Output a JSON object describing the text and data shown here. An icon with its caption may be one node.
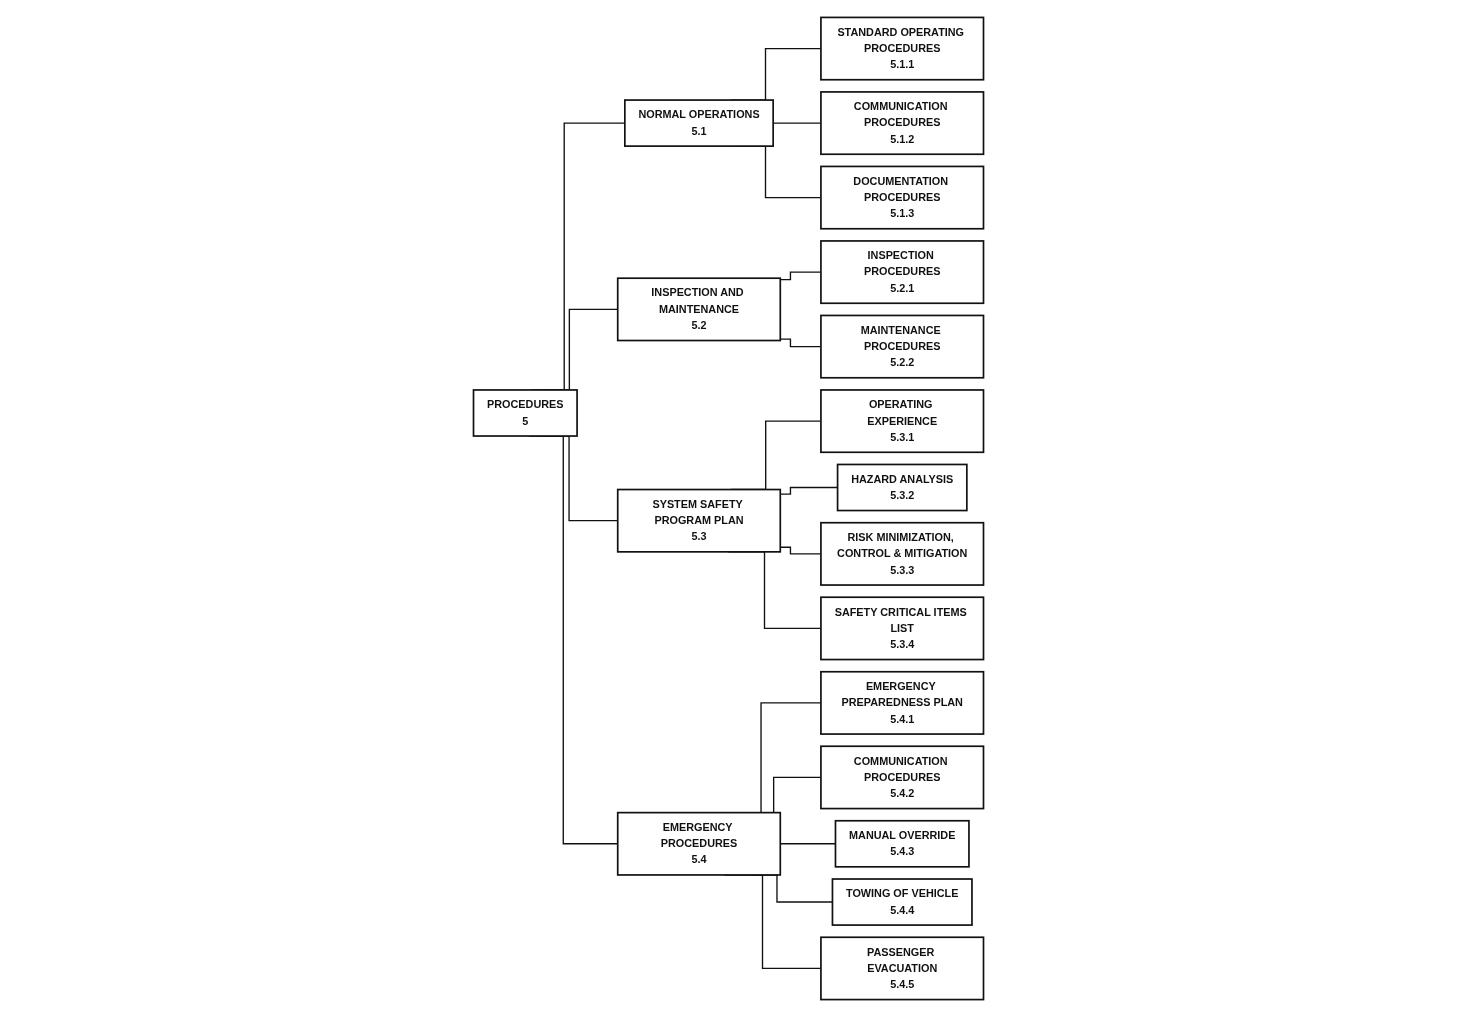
{
  "diagram": {
    "nodes": [
      {
        "text": [
          "PROCEDURES",
          "5"
        ]
      },
      {
        "text": [
          "NORMAL OPERATIONS",
          "5.1"
        ]
      },
      {
        "text": [
          "INSPECTION AND MAINTENANCE",
          "5.2"
        ]
      },
      {
        "text": [
          "SYSTEM SAFETY PROGRAM PLAN",
          "5.3"
        ]
      },
      {
        "text": [
          "EMERGENCY PROCEDURES",
          "5.4"
        ]
      },
      {
        "text": [
          "STANDARD OPERATING PROCEDURES",
          "5.1.1"
        ]
      },
      {
        "text": [
          "COMMUNICATION PROCEDURES",
          "5.1.2"
        ]
      },
      {
        "text": [
          "DOCUMENTATION PROCEDURES",
          "5.1.3"
        ]
      },
      {
        "text": [
          "INSPECTION PROCEDURES",
          "5.2.1"
        ]
      },
      {
        "text": [
          "MAINTENANCE PROCEDURES",
          "5.2.2"
        ]
      },
      {
        "text": [
          "OPERATING EXPERIENCE",
          "5.3.1"
        ]
      },
      {
        "text": [
          "HAZARD ANALYSIS",
          "5.3.2"
        ]
      },
      {
        "text": [
          "RISK MINIMIZATION, CONTROL & MITIGATION",
          "5.3.3"
        ]
      },
      {
        "text": [
          "SAFETY CRITICAL ITEMS LIST",
          "5.3.4"
        ]
      },
      {
        "text": [
          "EMERGENCY PREPAREDNESS PLAN",
          "5.4.1"
        ]
      },
      {
        "text": [
          "COMMUNICATION PROCEDURES",
          "5.4.2"
        ]
      },
      {
        "text": [
          "MANUAL OVERRIDE",
          "5.4.3"
        ]
      },
      {
        "text": [
          "TOWING OF VEHICLE",
          "5.4.4"
        ]
      },
      {
        "text": [
          "PASSENGER EVACUATION",
          "5.4.5"
        ]
      }
    ],
    "edges": [
      {
        "from": 0,
        "to": 1,
        "arrow": "none"
      },
      {
        "from": 0,
        "to": 2,
        "arrow": "none"
      },
      {
        "from": 0,
        "to": 3,
        "arrow": "none"
      },
      {
        "from": 0,
        "to": 4,
        "arrow": "none"
      },
      {
        "from": 1,
        "to": 5,
        "arrow": "none"
      },
      {
        "from": 1,
        "to": 6,
        "arrow": "none"
      },
      {
        "from": 1,
        "to": 7,
        "arrow": "none"
      },
      {
        "from": 2,
        "to": 8,
        "arrow": "none"
      },
      {
        "from": 2,
        "to": 9,
        "arrow": "none"
      },
      {
        "from": 3,
        "to": 10,
        "arrow": "none"
      },
      {
        "from": 3,
        "to": 11,
        "arrow": "none"
      },
      {
        "from": 3,
        "to": 12,
        "arrow": "none"
      },
      {
        "from": 3,
        "to": 13,
        "arrow": "none"
      },
      {
        "from": 4,
        "to": 14,
        "arrow": "none"
      },
      {
        "from": 4,
        "to": 15,
        "arrow": "none"
      },
      {
        "from": 4,
        "to": 16,
        "arrow": "none"
      },
      {
        "from": 4,
        "to": 17,
        "arrow": "none"
      },
      {
        "from": 4,
        "to": 18,
        "arrow": "none"
      }
    ]
  }
}
